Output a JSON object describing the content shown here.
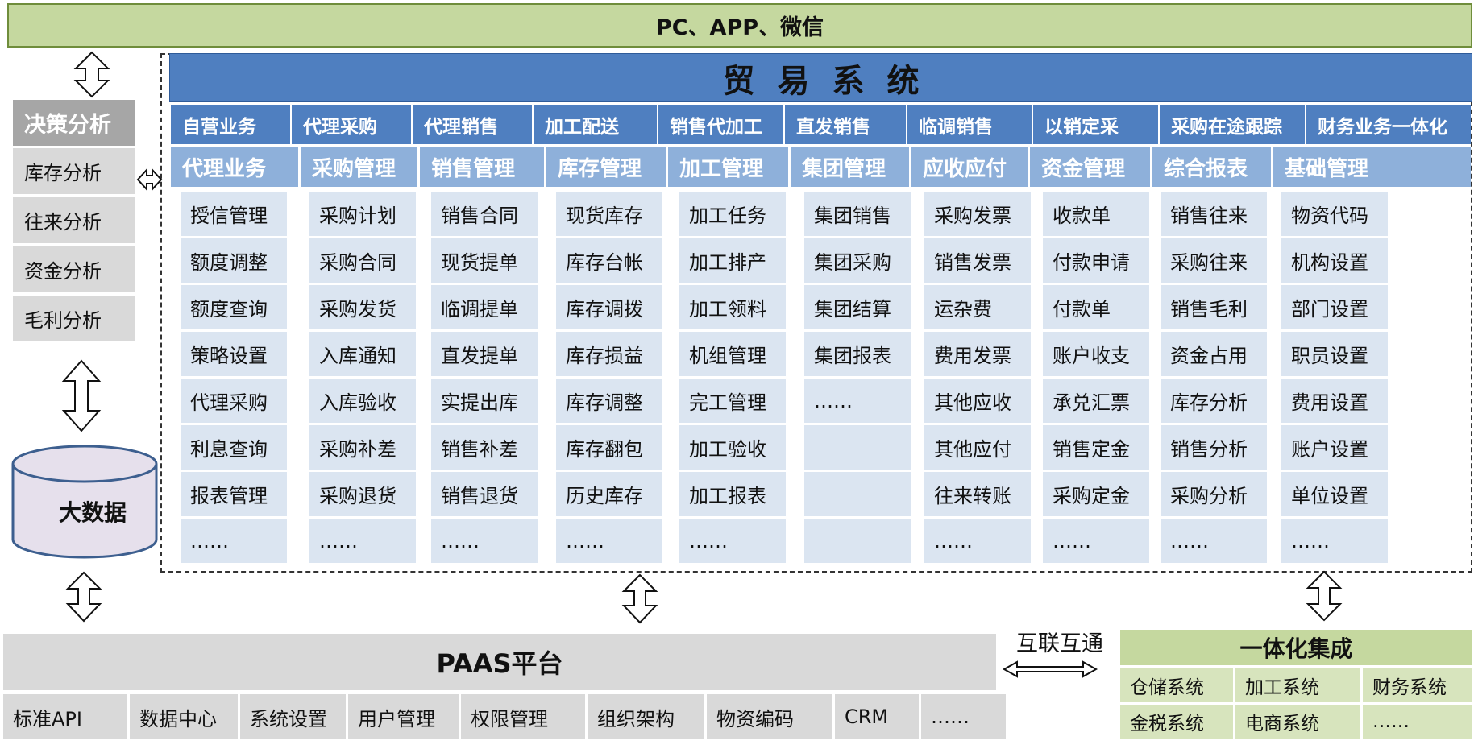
{
  "top_bar": {
    "label": "PC、APP、微信"
  },
  "trade": {
    "title": "贸易系统",
    "row1": [
      "自营业务",
      "代理采购",
      "代理销售",
      "加工配送",
      "销售代加工",
      "直发销售",
      "临调销售",
      "以销定采",
      "采购在途跟踪",
      "财务业务一体化"
    ],
    "row2": [
      "代理业务",
      "采购管理",
      "销售管理",
      "库存管理",
      "加工管理",
      "集团管理",
      "应收应付",
      "资金管理",
      "综合报表",
      "基础管理"
    ],
    "columns": [
      [
        "授信管理",
        "额度调整",
        "额度查询",
        "策略设置",
        "代理采购",
        "利息查询",
        "报表管理",
        "……"
      ],
      [
        "采购计划",
        "采购合同",
        "采购发货",
        "入库通知",
        "入库验收",
        "采购补差",
        "采购退货",
        "……"
      ],
      [
        "销售合同",
        "现货提单",
        "临调提单",
        "直发提单",
        "实提出库",
        "销售补差",
        "销售退货",
        "……"
      ],
      [
        "现货库存",
        "库存台帐",
        "库存调拨",
        "库存损益",
        "库存调整",
        "库存翻包",
        "历史库存",
        "……"
      ],
      [
        "加工任务",
        "加工排产",
        "加工领料",
        "机组管理",
        "完工管理",
        "加工验收",
        "加工报表",
        "……"
      ],
      [
        "集团销售",
        "集团采购",
        "集团结算",
        "集团报表",
        "……",
        "",
        "",
        ""
      ],
      [
        "采购发票",
        "销售发票",
        "运杂费",
        "费用发票",
        "其他应收",
        "其他应付",
        "往来转账",
        "……"
      ],
      [
        "收款单",
        "付款申请",
        "付款单",
        "账户收支",
        "承兑汇票",
        "销售定金",
        "采购定金",
        "……"
      ],
      [
        "销售往来",
        "采购往来",
        "销售毛利",
        "资金占用",
        "库存分析",
        "销售分析",
        "采购分析",
        "……"
      ],
      [
        "物资代码",
        "机构设置",
        "部门设置",
        "职员设置",
        "费用设置",
        "账户设置",
        "单位设置",
        "……"
      ]
    ]
  },
  "decision": {
    "title": "决策分析",
    "items": [
      "库存分析",
      "往来分析",
      "资金分析",
      "毛利分析"
    ]
  },
  "bigdata": {
    "label": "大数据"
  },
  "paas": {
    "title": "PAAS平台",
    "items": [
      "标准API",
      "数据中心",
      "系统设置",
      "用户管理",
      "权限管理",
      "组织架构",
      "物资编码",
      "CRM",
      "……"
    ]
  },
  "interop": {
    "label": "互联互通"
  },
  "integration": {
    "title": "一体化集成",
    "items": [
      "仓储系统",
      "加工系统",
      "财务系统",
      "金税系统",
      "电商系统",
      "……"
    ]
  },
  "colors": {
    "green_header": "#c5d89f",
    "blue_title": "#4f7fc0",
    "blue_light": "#8eb0da",
    "cell_blue": "#dbe5f1",
    "gray": "#d9d9d9",
    "cylinder_fill": "#e6e0ec"
  }
}
